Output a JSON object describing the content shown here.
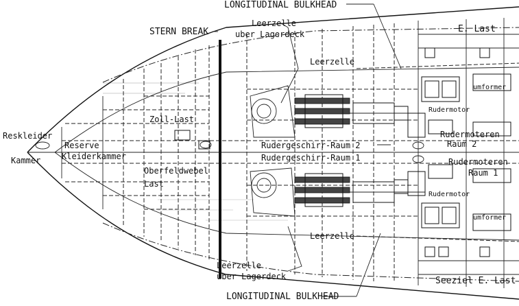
{
  "labels": {
    "longitudinal_bulkhead_top": "LONGITUDINAL BULKHEAD",
    "longitudinal_bulkhead_bottom": "LONGITUDINAL BULKHEAD",
    "stern_break": "STERN BREAK",
    "leerzelle_lagerdeck_top_1": "Leerzelle",
    "leerzelle_lagerdeck_top_2": "uber Lagerdeck",
    "leerzelle_lagerdeck_bottom_1": "Leerzelle",
    "leerzelle_lagerdeck_bottom_2": "uber Lagerdeck",
    "e_last": "E. Last",
    "leerzelle_top": "Leerzelle",
    "leerzelle_bottom": "Leerzelle",
    "umformer_top": "umformer",
    "umformer_bottom": "umformer",
    "rudermotor_top": "Rudermotor",
    "rudermotor_bottom": "Rudermotor",
    "rudermotoren_raum_2_a": "Rudermoteren",
    "rudermotoren_raum_2_b": "Raum 2",
    "rudermotoren_raum_1_a": "Rudermoteren",
    "rudermotoren_raum_1_b": "Raum 1",
    "zoll_last": "Zoll-Last",
    "reskleider_1": "Reskleider",
    "reskleider_2": "Kammer",
    "reserve_1": "Reserve",
    "reserve_2": "Kleiderkammer",
    "rudergeschirr_raum_2": "Rudergeschirr-Raum 2",
    "rudergeschirr_raum_1": "Rudergeschirr-Raum 1",
    "oberfeldwebel_1": "Oberfeldwebel",
    "oberfeldwebel_2": "Last",
    "seeziel_e_last": "Seeziel E. Last"
  }
}
